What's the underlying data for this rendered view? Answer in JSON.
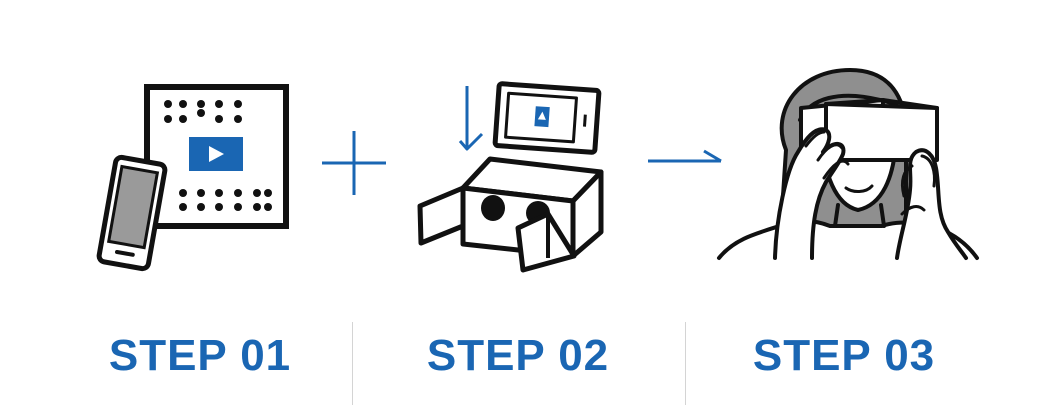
{
  "colors": {
    "accent": "#1a66b3",
    "ink": "#111111",
    "screen_gray": "#9a9a9a",
    "hair_gray": "#8f8f8f",
    "divider": "#d4d4d4"
  },
  "steps": [
    {
      "label": "STEP 01",
      "icon": "phone-with-qr-code-video-icon"
    },
    {
      "label": "STEP 02",
      "icon": "phone-into-cardboard-viewer-icon"
    },
    {
      "label": "STEP 03",
      "icon": "person-wearing-vr-viewer-icon"
    }
  ],
  "connectors": [
    {
      "icon": "plus-icon"
    },
    {
      "icon": "arrow-right-icon"
    }
  ]
}
